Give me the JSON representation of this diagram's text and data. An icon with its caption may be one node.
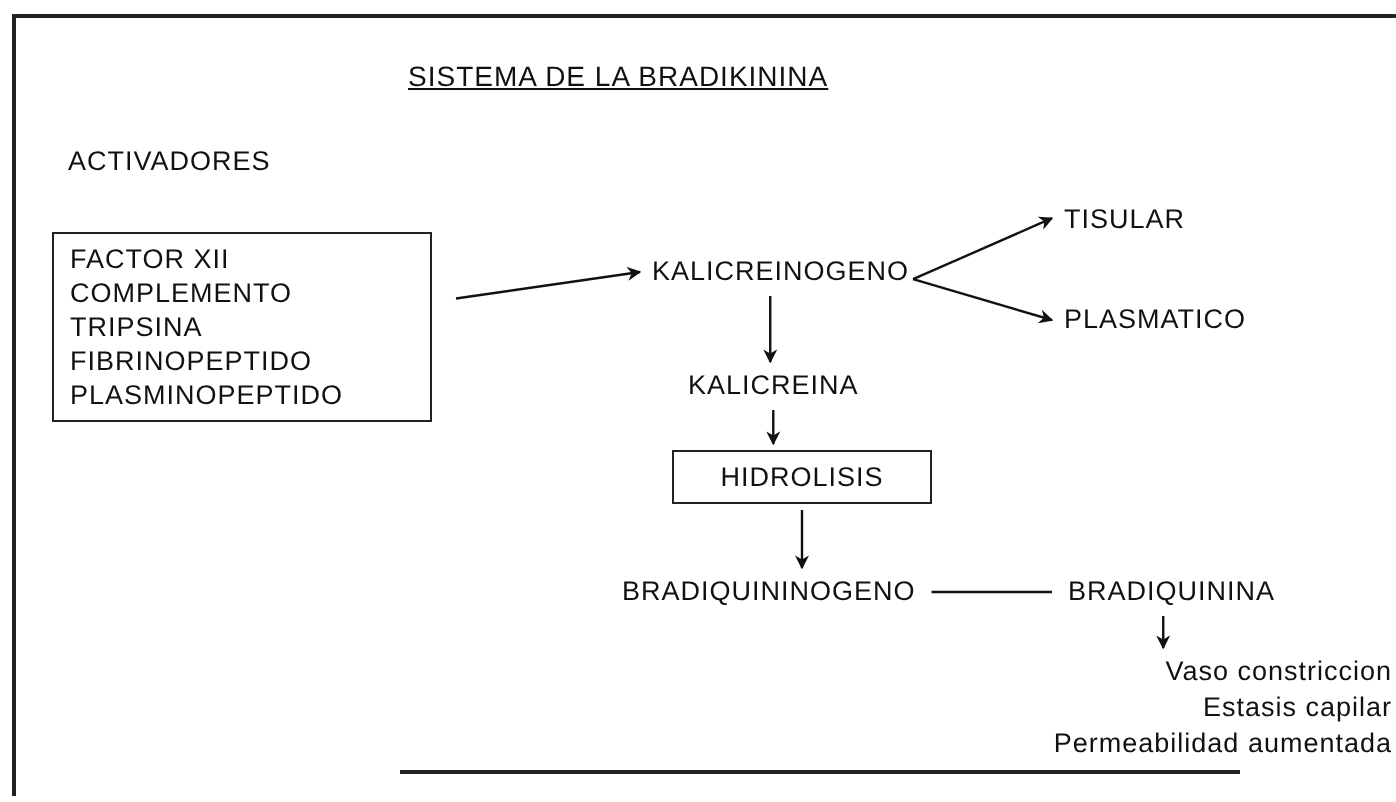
{
  "diagram": {
    "title": "SISTEMA DE LA BRADIKININA",
    "nodes": [
      {
        "text": [
          "FACTOR XII",
          "COMPLEMENTO",
          "TRIPSINA",
          "FIBRINOPEPTIDO",
          "PLASMINOPEPTIDO"
        ]
      },
      {
        "text": [
          "KALICREINOGENO"
        ]
      },
      {
        "text": [
          "TISULAR"
        ]
      },
      {
        "text": [
          "PLASMATICO"
        ]
      },
      {
        "text": [
          "KALICREINA"
        ]
      },
      {
        "text": [
          "HIDROLISIS"
        ]
      },
      {
        "text": [
          "BRADIQUININOGENO"
        ]
      },
      {
        "text": [
          "BRADIQUININA"
        ]
      },
      {
        "text": [
          "Vaso constriccion",
          "Estasis capilar",
          "Permeabilidad aumentada"
        ]
      }
    ],
    "edges": [
      {
        "from": 0,
        "to": 1,
        "arrow": "to"
      },
      {
        "from": 1,
        "to": 2,
        "arrow": "to"
      },
      {
        "from": 1,
        "to": 3,
        "arrow": "to"
      },
      {
        "from": 1,
        "to": 4,
        "arrow": "to"
      },
      {
        "from": 4,
        "to": 5,
        "arrow": "to"
      },
      {
        "from": 5,
        "to": 6,
        "arrow": "to"
      },
      {
        "from": 6,
        "to": 7,
        "arrow": "none"
      },
      {
        "from": 7,
        "to": 8,
        "arrow": "to"
      }
    ],
    "labels": [
      "ACTIVADORES"
    ]
  }
}
